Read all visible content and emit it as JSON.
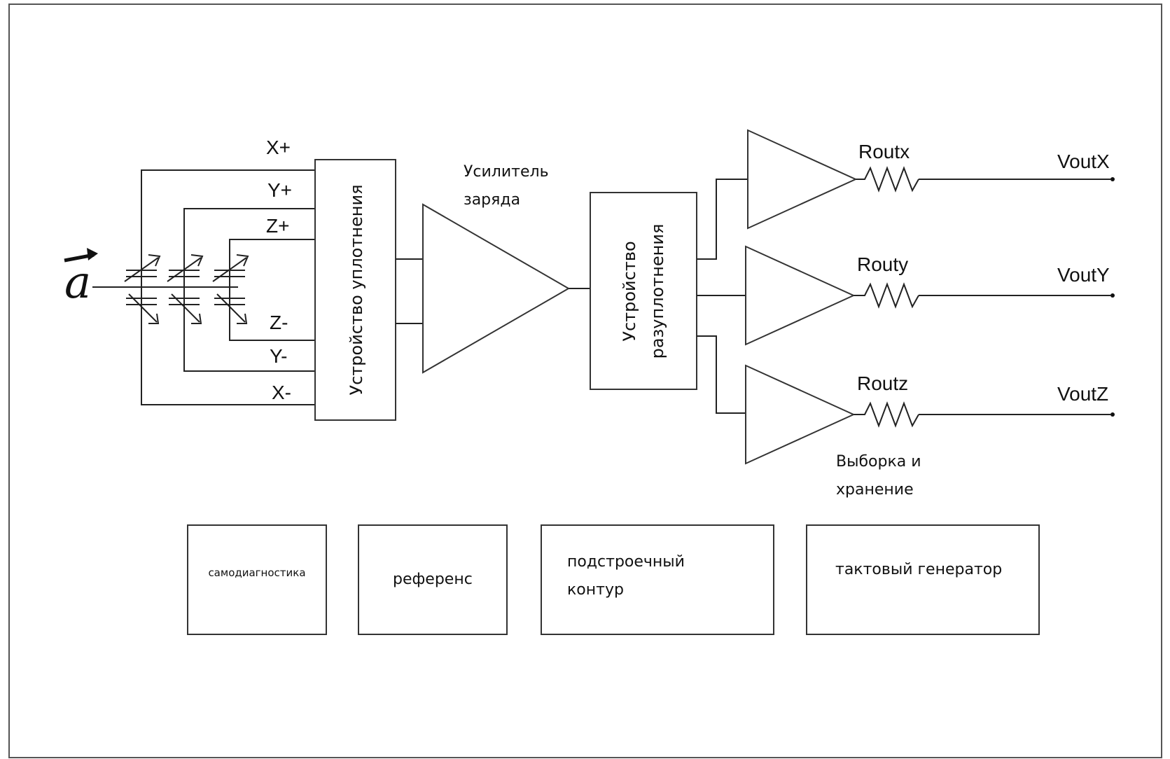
{
  "input": {
    "symbol": "a"
  },
  "channels": {
    "x_plus": "X+",
    "y_plus": "Y+",
    "z_plus": "Z+",
    "z_minus": "Z-",
    "y_minus": "Y-",
    "x_minus": "X-"
  },
  "blocks": {
    "multiplexer": "Устройство уплотнения",
    "charge_amp": [
      "Усилитель",
      "заряда"
    ],
    "demultiplexer": [
      "Устройство",
      "разуплотнения"
    ],
    "sample_hold": [
      "Выборка и",
      "хранение"
    ]
  },
  "resistors": [
    "Routx",
    "Routy",
    "Routz"
  ],
  "outputs": [
    "VoutX",
    "VoutY",
    "VoutZ"
  ],
  "aux_blocks": {
    "self_test": "самодиагностика",
    "reference": "референс",
    "trim": [
      "подстроечный",
      "контур"
    ],
    "clock": "тактовый генератор"
  }
}
